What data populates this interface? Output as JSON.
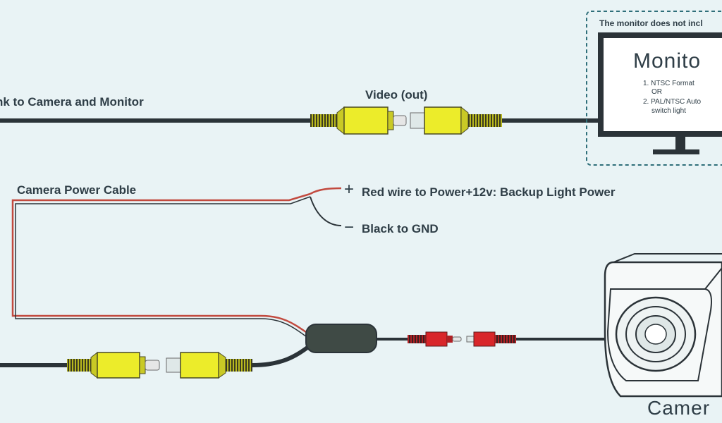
{
  "diagram": {
    "link_label": "nk to Camera and Monitor",
    "video_out_label": "Video (out)",
    "monitor_note": "The monitor does not incl",
    "monitor_title": "Monito",
    "monitor_line1": "1. NTSC Format",
    "monitor_line2": "OR",
    "monitor_line3": "2. PAL/NTSC Auto",
    "monitor_line4": "switch light",
    "power_cable_label": "Camera Power Cable",
    "plus_sign": "+",
    "minus_sign": "−",
    "red_wire_label": "Red wire to Power+12v: Backup Light Power",
    "black_wire_label": "Black to GND",
    "camera_label": "Camer"
  },
  "colors": {
    "background": "#e9f3f5",
    "cable": "#2b3338",
    "connector_yellow": "#e9e928",
    "connector_red": "#d8262a",
    "red_wire": "#c24a3f",
    "module": "#3f4a45",
    "text": "#2f3e47",
    "dashed_box": "#2f6f7a"
  }
}
